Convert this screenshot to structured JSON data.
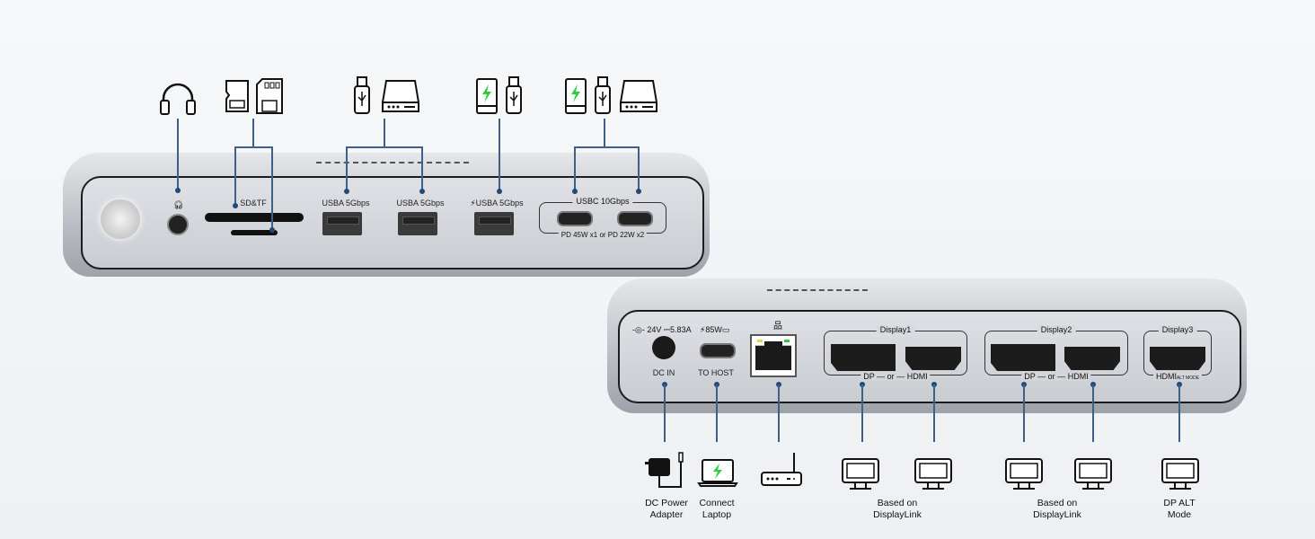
{
  "front_panel": {
    "ports": [
      {
        "id": "power-button",
        "label": ""
      },
      {
        "id": "audio-jack",
        "label": "",
        "icon": "headphones-icon"
      },
      {
        "id": "card-reader",
        "label": "SD&TF"
      },
      {
        "id": "usba-1",
        "label": "USBA 5Gbps"
      },
      {
        "id": "usba-2",
        "label": "USBA 5Gbps"
      },
      {
        "id": "usba-3",
        "label": "USBA 5Gbps",
        "charge": true
      }
    ],
    "usbc_group": {
      "title": "USBC 10Gbps",
      "footer": "PD 45W x1 or  PD 22W x2"
    },
    "top_icons": [
      "headphones-icon",
      "micro-sd-icon",
      "sd-card-icon",
      "usb-drive-icon",
      "hard-drive-icon",
      "phone-charging-icon",
      "usb-drive-icon",
      "phone-charging-icon",
      "usb-drive-icon",
      "hard-drive-icon"
    ]
  },
  "rear_panel": {
    "dc_in": {
      "spec": "24V ⎓5.83A",
      "label": "DC IN"
    },
    "to_host": {
      "spec": "85W",
      "label": "TO HOST"
    },
    "ethernet": {
      "icon": "network-icon"
    },
    "display1": {
      "title": "Display1",
      "dp": "DP",
      "or": "or",
      "hdmi": "HDMI"
    },
    "display2": {
      "title": "Display2",
      "dp": "DP",
      "or": "or",
      "hdmi": "HDMI"
    },
    "display3": {
      "title": "Display3",
      "hdmi": "HDMI",
      "alt": "ALT MODE"
    }
  },
  "bottom_captions": {
    "dc_power": "DC Power\nAdapter",
    "laptop": "Connect\nLaptop",
    "displaylink1": "Based on\nDisplayLink",
    "displaylink2": "Based on\nDisplayLink",
    "dp_alt": "DP ALT\nMode"
  },
  "colors": {
    "connector_line": "#3e5f86",
    "charge_green": "#2ecc40",
    "chassis": "#c9ccd1"
  }
}
